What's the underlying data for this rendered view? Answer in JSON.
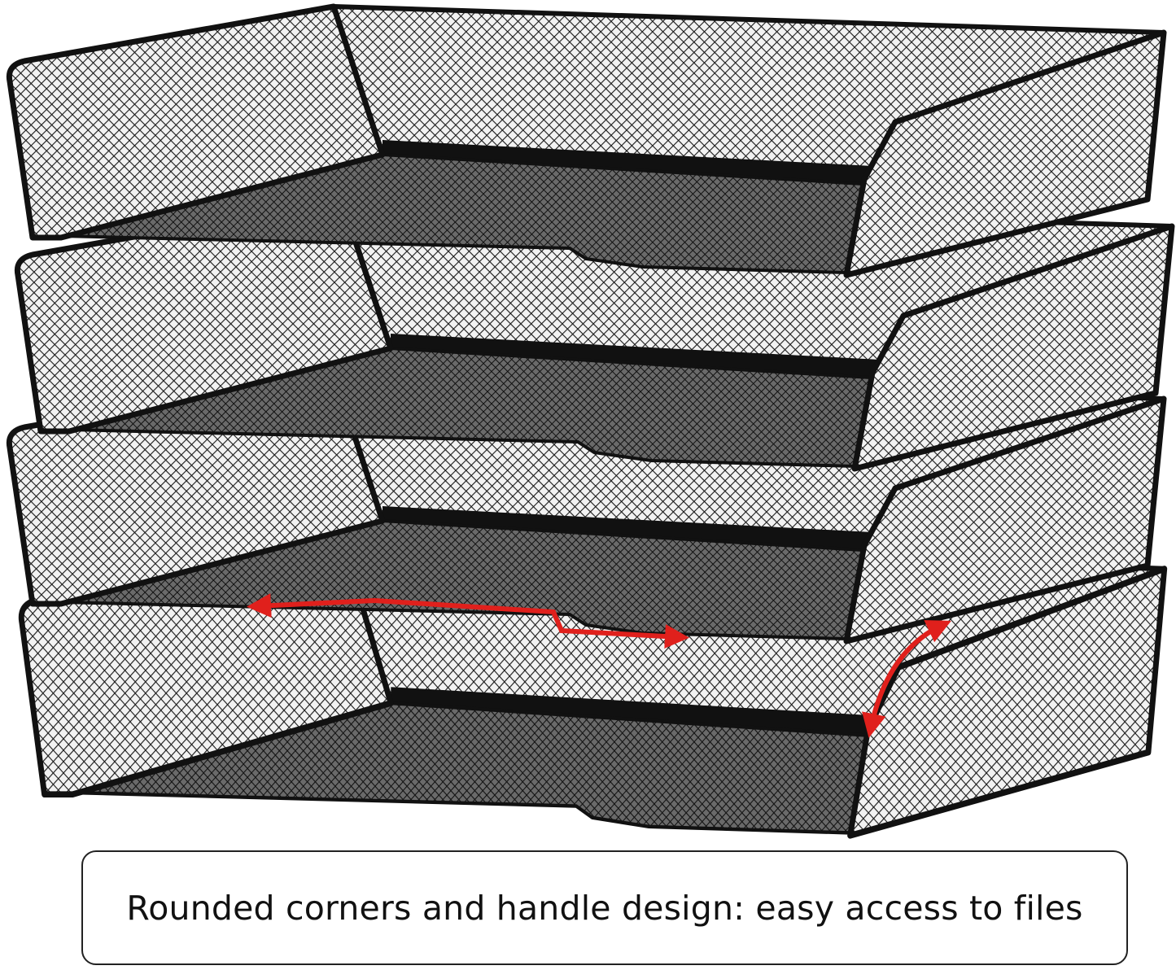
{
  "product": {
    "subject": "stacked-mesh-letter-trays",
    "tray_count": 4,
    "colors": {
      "frame": "#111111",
      "mesh": "#3a3a3a",
      "arrow": "#e0201c",
      "background": "#ffffff"
    }
  },
  "caption": {
    "text": "Rounded corners and handle design: easy access to files"
  }
}
